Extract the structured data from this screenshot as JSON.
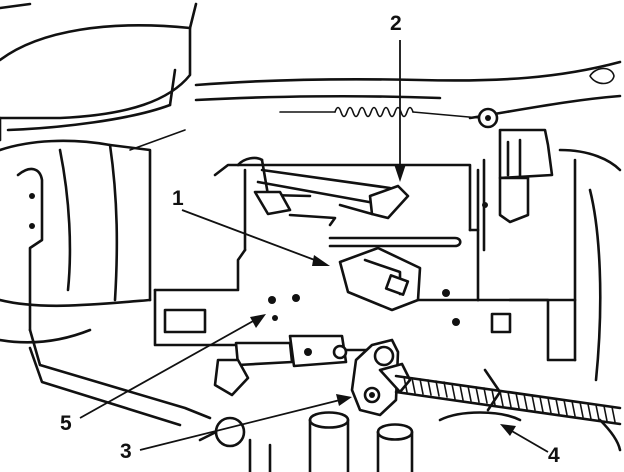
{
  "diagram": {
    "colors": {
      "ink": "#111111",
      "paper": "#ffffff"
    },
    "callouts": [
      {
        "id": "1",
        "label": "1"
      },
      {
        "id": "2",
        "label": "2"
      },
      {
        "id": "3",
        "label": "3"
      },
      {
        "id": "4",
        "label": "4"
      },
      {
        "id": "5",
        "label": "5"
      }
    ]
  }
}
